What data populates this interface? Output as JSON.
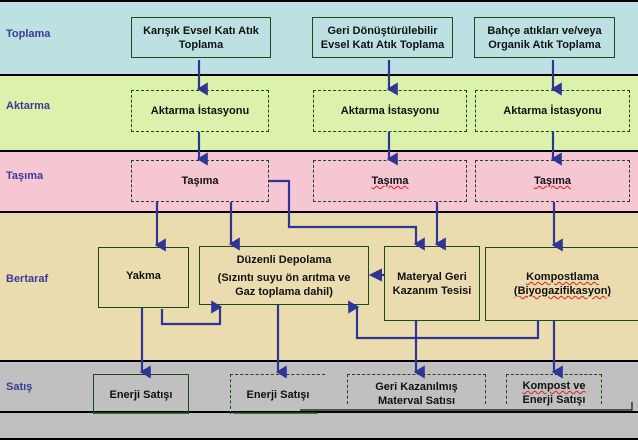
{
  "lanes": [
    {
      "label": "Toplama",
      "color": "#bde0e3"
    },
    {
      "label": "Aktarma",
      "color": "#dcf2ac"
    },
    {
      "label": "Taşıma",
      "color": "#f6c6d3"
    },
    {
      "label": "Bertaraf",
      "color": "#ebdcb0"
    },
    {
      "label": "Satış",
      "color": "#c0c0c0"
    }
  ],
  "toplama": {
    "mixed": [
      "Karışık Evsel Katı Atık",
      "Toplama"
    ],
    "recyclable": [
      "Geri Dönüştürülebilir",
      "Evsel Katı Atık Toplama"
    ],
    "organic": [
      "Bahçe atıkları ve/veya",
      "Organik Atık Toplama"
    ]
  },
  "aktarma": {
    "station1": "Aktarma İstasyonu",
    "station2": "Aktarma İstasyonu",
    "station3": "Aktarma İstasyonu"
  },
  "tasima": {
    "t1": "Taşıma",
    "t2": "Taşıma",
    "t3": "Taşıma"
  },
  "bertaraf": {
    "yakma": "Yakma",
    "depolama_title": "Düzenli Depolama",
    "depolama_sub1": "(Sızıntı suyu ön arıtma ve",
    "depolama_sub2": "Gaz toplama dahil)",
    "mrf": [
      "Materyal Geri",
      "Kazanım Tesisi"
    ],
    "kompost": [
      "Kompostlama",
      "(Biyogazifikasyon)"
    ]
  },
  "satis": {
    "energy1": "Enerji Satışı",
    "energy2": "Enerji Satışı",
    "material": [
      "Geri Kazanılmış",
      "Materyal Satışı"
    ],
    "compost": [
      "Kompost ve",
      "Enerji Satışı"
    ]
  },
  "colors": {
    "arrow": "#2e3595",
    "box_border": "#1a4a1a",
    "lane_label": "#3a3a98"
  }
}
